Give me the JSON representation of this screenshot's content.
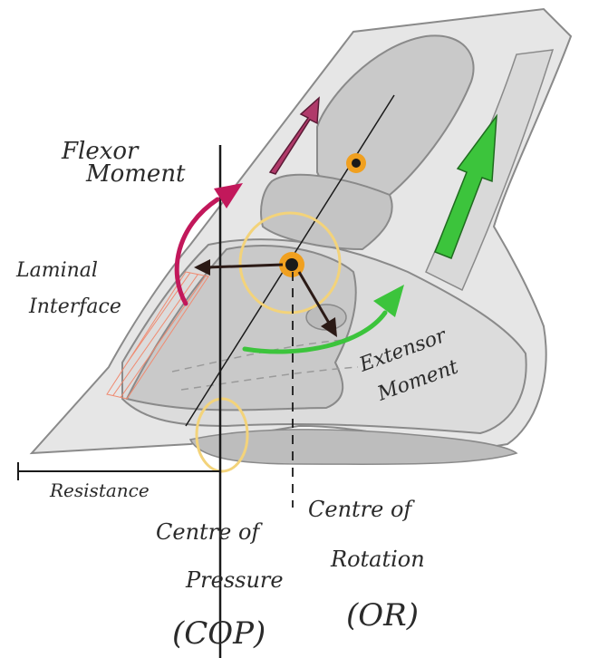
{
  "labels": {
    "flexor_moment": [
      "Flexor",
      "Moment"
    ],
    "laminal_interface": [
      "Laminal",
      "Interface"
    ],
    "extensor_moment": [
      "Extensor",
      "Moment"
    ],
    "resistance": "Resistance",
    "centre_of_pressure": [
      "Centre of",
      "Pressure",
      "(COP)"
    ],
    "centre_of_rotation": [
      "Centre of",
      "Rotation",
      "(OR)"
    ]
  },
  "colors": {
    "flexor_arrow": "#c2185b",
    "extensor_arrow": "#3cc43c",
    "tendon_arrow": "#3cc43c",
    "force_arrow_top": "#b03a6a",
    "highlight_ring": "#f3d37a",
    "joint_dot": "#f0a020",
    "laminae_hatch": "#f08a70",
    "bone_fill": "#c9c9c9",
    "soft_fill": "#e3e3e3",
    "ink": "#1a1a1a"
  }
}
